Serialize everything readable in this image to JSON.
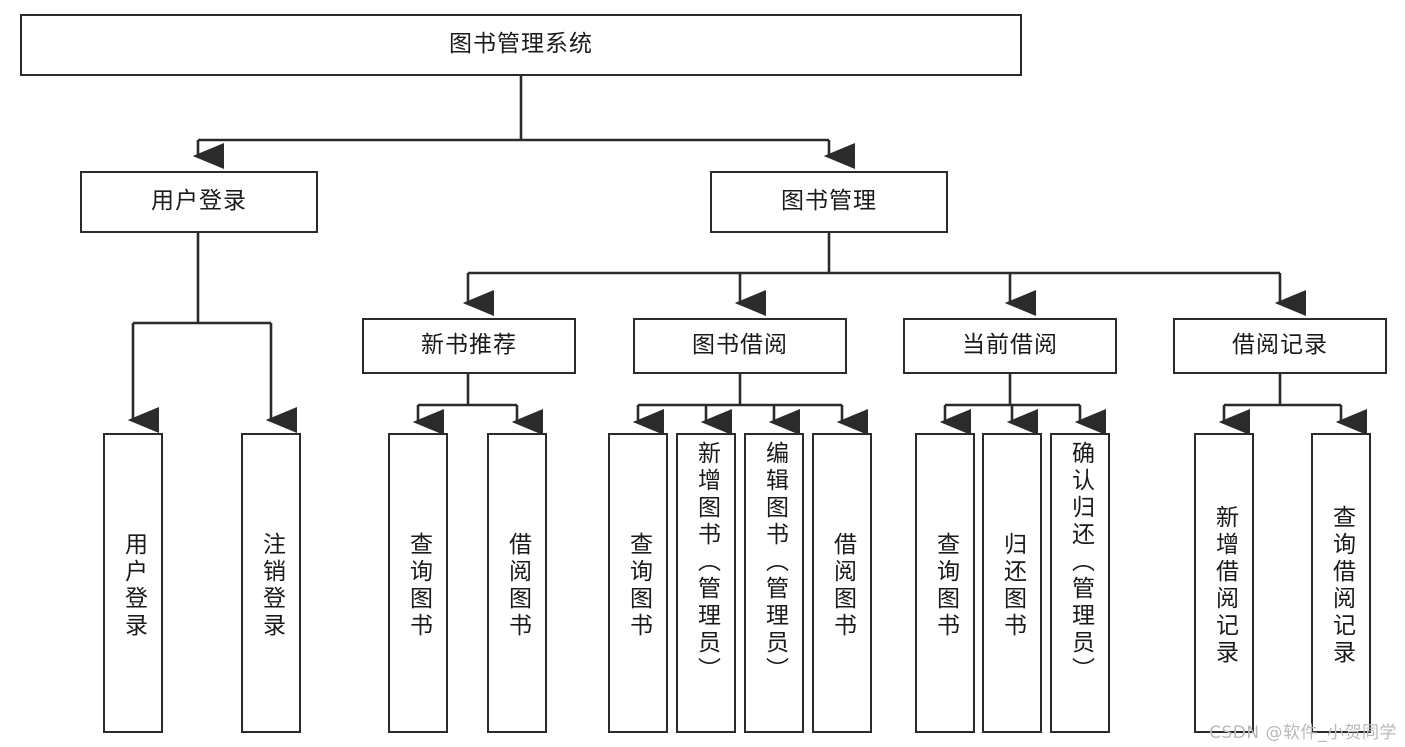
{
  "diagram": {
    "title_node": {
      "label": "图书管理系统"
    },
    "level1": [
      {
        "id": "user-login",
        "label": "用户登录"
      },
      {
        "id": "book-management",
        "label": "图书管理"
      }
    ],
    "level2": [
      {
        "id": "new-book-recommend",
        "label": "新书推荐"
      },
      {
        "id": "book-borrow",
        "label": "图书借阅"
      },
      {
        "id": "current-borrow",
        "label": "当前借阅"
      },
      {
        "id": "borrow-record",
        "label": "借阅记录"
      }
    ],
    "leaves": {
      "user_login": [
        {
          "id": "leaf-user-login",
          "label": "用户登录"
        },
        {
          "id": "leaf-logout",
          "label": "注销登录"
        }
      ],
      "new_book_recommend": [
        {
          "id": "leaf-query-book-1",
          "label": "查询图书"
        },
        {
          "id": "leaf-borrow-book-1",
          "label": "借阅图书"
        }
      ],
      "book_borrow": [
        {
          "id": "leaf-query-book-2",
          "label": "查询图书"
        },
        {
          "id": "leaf-add-book",
          "label": "新增图书（管理员）"
        },
        {
          "id": "leaf-edit-book",
          "label": "编辑图书（管理员）"
        },
        {
          "id": "leaf-borrow-book-2",
          "label": "借阅图书"
        }
      ],
      "current_borrow": [
        {
          "id": "leaf-query-book-3",
          "label": "查询图书"
        },
        {
          "id": "leaf-return-book",
          "label": "归还图书"
        },
        {
          "id": "leaf-confirm-return",
          "label": "确认归还（管理员）"
        }
      ],
      "borrow_record": [
        {
          "id": "leaf-add-record",
          "label": "新增借阅记录"
        },
        {
          "id": "leaf-query-record",
          "label": "查询借阅记录"
        }
      ]
    }
  },
  "watermark": {
    "text": "CSDN @软件_小贺同学"
  },
  "colors": {
    "stroke": "#2b2b2b",
    "text": "#1a1a1a",
    "background": "#ffffff",
    "watermark": "#b9b9b9"
  }
}
